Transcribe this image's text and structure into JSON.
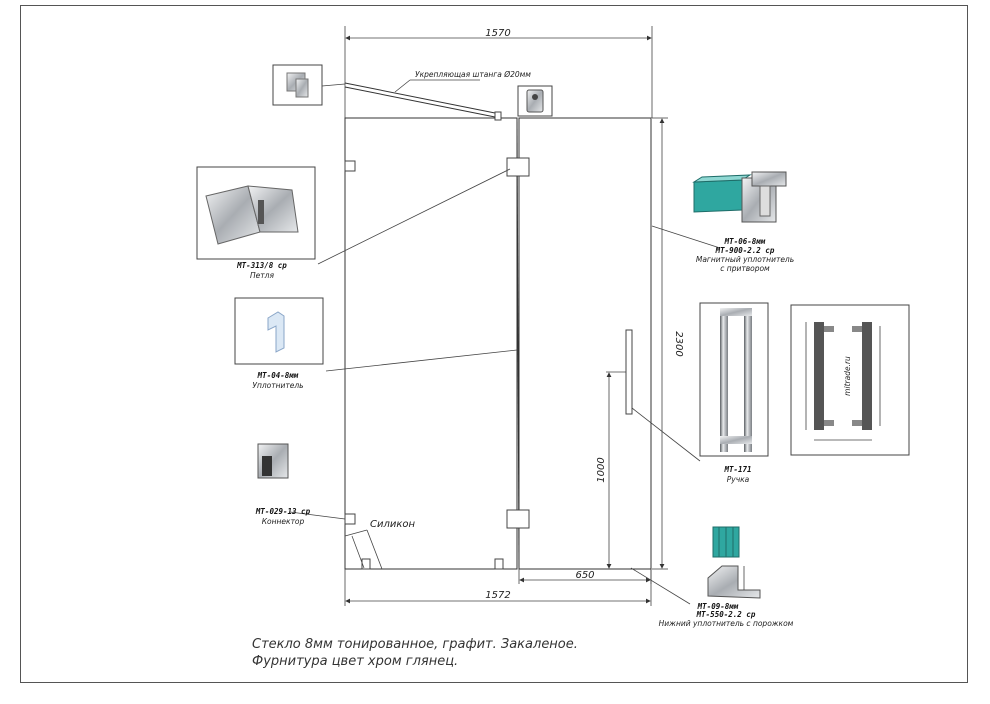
{
  "dimensions": {
    "top_width": "1570",
    "bottom_width": "1572",
    "height": "2300",
    "handle_height": "1000",
    "door_width": "650"
  },
  "rod_label": "Укрепляющая штанга Ø20мм",
  "silicone_label": "Силикон",
  "components": {
    "hinge": {
      "code": "MT-313/8 cp",
      "caption": "Петля"
    },
    "seal": {
      "code": "MT-04-8мм",
      "caption": "Уплотнитель"
    },
    "connector": {
      "code": "MT-029-13 cp",
      "caption": "Коннектор"
    },
    "magnetic_seal": {
      "code_1": "MT-06-8мм",
      "code_2": "MT-900-2.2 cp",
      "caption_1": "Магнитный уплотнитель",
      "caption_2": "с притвором"
    },
    "handle": {
      "code": "MT-171",
      "caption": "Ручка"
    },
    "bottom_seal": {
      "code_1": "MT-09-8мм",
      "code_2": "MT-550-2.2 cp",
      "caption": "Нижний уплотнитель с порожком"
    }
  },
  "watermark": "mitrade.ru",
  "notes": {
    "line_1": "Стекло 8мм тонированное, графит. Закаленое.",
    "line_2": "Фурнитура цвет хром глянец."
  },
  "colors": {
    "line": "#333333",
    "glass_teal": "#2fa7a0",
    "chrome": "#b8bcc0"
  }
}
